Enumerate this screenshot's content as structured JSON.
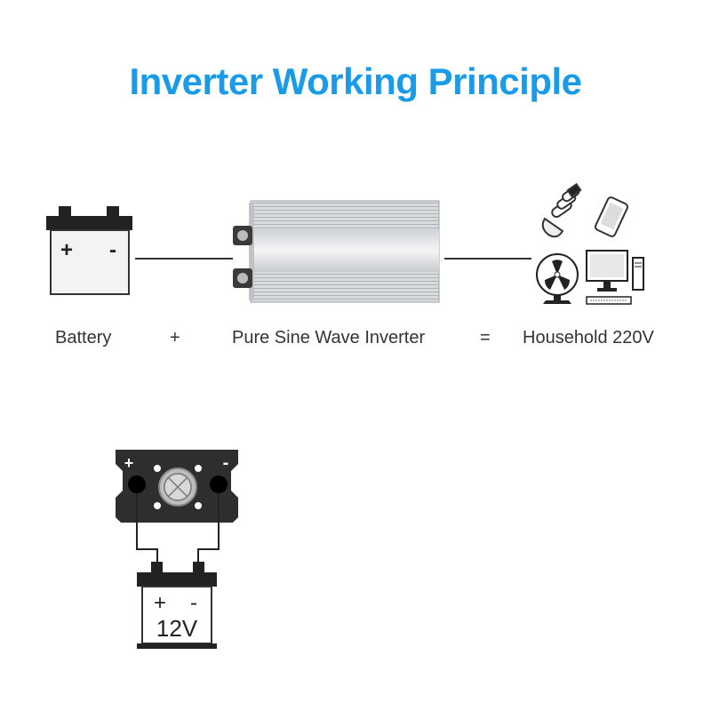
{
  "title": "Inverter Working Principle",
  "equation": {
    "battery": "Battery",
    "plus": "+",
    "inverter": "Pure Sine Wave Inverter",
    "equals": "=",
    "household": "Household 220V"
  },
  "battery_terminals": {
    "positive": "+",
    "negative": "-"
  },
  "wiring": {
    "inverter_positive": "+",
    "inverter_negative": "-",
    "battery_positive": "+",
    "battery_negative": "-",
    "battery_voltage": "12V"
  },
  "colors": {
    "title": "#1a9be8",
    "text": "#333333"
  }
}
